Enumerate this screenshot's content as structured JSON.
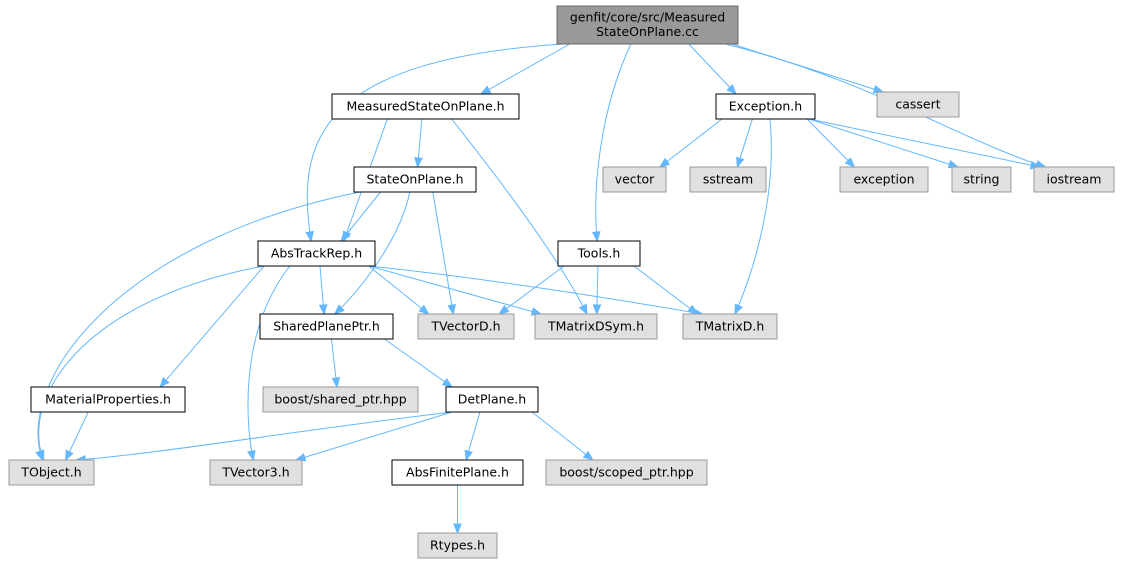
{
  "colors": {
    "root_fill": "#999999",
    "root_border": "#666666",
    "local_fill": "#ffffff",
    "local_border": "#000000",
    "external_fill": "#e0e0e0",
    "external_border": "#999999",
    "edge": "#63b8ff"
  },
  "nodes": [
    {
      "id": "root",
      "lines": [
        "genfit/core/src/Measured",
        "StateOnPlane.cc"
      ],
      "kind": "root"
    },
    {
      "id": "msop",
      "lines": [
        "MeasuredStateOnPlane.h"
      ],
      "kind": "local"
    },
    {
      "id": "exception_h",
      "lines": [
        "Exception.h"
      ],
      "kind": "local"
    },
    {
      "id": "cassert",
      "lines": [
        "cassert"
      ],
      "kind": "external"
    },
    {
      "id": "sop",
      "lines": [
        "StateOnPlane.h"
      ],
      "kind": "local"
    },
    {
      "id": "vector",
      "lines": [
        "vector"
      ],
      "kind": "external"
    },
    {
      "id": "sstream",
      "lines": [
        "sstream"
      ],
      "kind": "external"
    },
    {
      "id": "exception",
      "lines": [
        "exception"
      ],
      "kind": "external"
    },
    {
      "id": "string",
      "lines": [
        "string"
      ],
      "kind": "external"
    },
    {
      "id": "iostream",
      "lines": [
        "iostream"
      ],
      "kind": "external"
    },
    {
      "id": "abstrackrep",
      "lines": [
        "AbsTrackRep.h"
      ],
      "kind": "local"
    },
    {
      "id": "tools",
      "lines": [
        "Tools.h"
      ],
      "kind": "local"
    },
    {
      "id": "sharedplaneptr",
      "lines": [
        "SharedPlanePtr.h"
      ],
      "kind": "local"
    },
    {
      "id": "tvectord",
      "lines": [
        "TVectorD.h"
      ],
      "kind": "external"
    },
    {
      "id": "tmatrixdsym",
      "lines": [
        "TMatrixDSym.h"
      ],
      "kind": "external"
    },
    {
      "id": "tmatrixd",
      "lines": [
        "TMatrixD.h"
      ],
      "kind": "external"
    },
    {
      "id": "materialprops",
      "lines": [
        "MaterialProperties.h"
      ],
      "kind": "local"
    },
    {
      "id": "boost_shared",
      "lines": [
        "boost/shared_ptr.hpp"
      ],
      "kind": "external"
    },
    {
      "id": "detplane",
      "lines": [
        "DetPlane.h"
      ],
      "kind": "local"
    },
    {
      "id": "tobject",
      "lines": [
        "TObject.h"
      ],
      "kind": "external"
    },
    {
      "id": "tvector3",
      "lines": [
        "TVector3.h"
      ],
      "kind": "external"
    },
    {
      "id": "absfiniteplane",
      "lines": [
        "AbsFinitePlane.h"
      ],
      "kind": "local"
    },
    {
      "id": "boost_scoped",
      "lines": [
        "boost/scoped_ptr.hpp"
      ],
      "kind": "external"
    },
    {
      "id": "rtypes",
      "lines": [
        "Rtypes.h"
      ],
      "kind": "external"
    }
  ],
  "edges": [
    [
      "root",
      "msop"
    ],
    [
      "root",
      "abstrackrep"
    ],
    [
      "root",
      "exception_h"
    ],
    [
      "root",
      "tools"
    ],
    [
      "root",
      "cassert"
    ],
    [
      "root",
      "iostream"
    ],
    [
      "msop",
      "sop"
    ],
    [
      "msop",
      "abstrackrep"
    ],
    [
      "msop",
      "tmatrixdsym"
    ],
    [
      "sop",
      "abstrackrep"
    ],
    [
      "sop",
      "sharedplaneptr"
    ],
    [
      "sop",
      "tvectord"
    ],
    [
      "sop",
      "tobject"
    ],
    [
      "exception_h",
      "vector"
    ],
    [
      "exception_h",
      "sstream"
    ],
    [
      "exception_h",
      "exception"
    ],
    [
      "exception_h",
      "string"
    ],
    [
      "exception_h",
      "iostream"
    ],
    [
      "exception_h",
      "tmatrixd"
    ],
    [
      "abstrackrep",
      "sharedplaneptr"
    ],
    [
      "abstrackrep",
      "tvectord"
    ],
    [
      "abstrackrep",
      "tmatrixdsym"
    ],
    [
      "abstrackrep",
      "tmatrixd"
    ],
    [
      "abstrackrep",
      "materialprops"
    ],
    [
      "abstrackrep",
      "tobject"
    ],
    [
      "abstrackrep",
      "tvector3"
    ],
    [
      "tools",
      "tvectord"
    ],
    [
      "tools",
      "tmatrixdsym"
    ],
    [
      "tools",
      "tmatrixd"
    ],
    [
      "sharedplaneptr",
      "boost_shared"
    ],
    [
      "sharedplaneptr",
      "detplane"
    ],
    [
      "materialprops",
      "tobject"
    ],
    [
      "detplane",
      "tobject"
    ],
    [
      "detplane",
      "tvector3"
    ],
    [
      "detplane",
      "absfiniteplane"
    ],
    [
      "detplane",
      "boost_scoped"
    ],
    [
      "absfiniteplane",
      "rtypes"
    ]
  ]
}
